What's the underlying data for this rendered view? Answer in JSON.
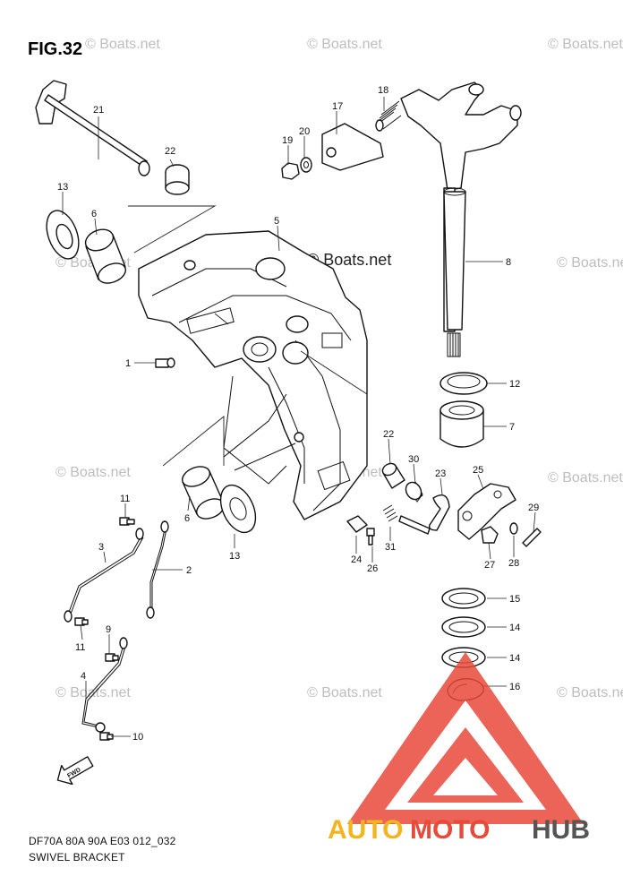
{
  "figure": {
    "title": "FIG.32",
    "model_code": "DF70A 80A 90A E03 012_032",
    "section_name": "SWIVEL BRACKET"
  },
  "watermark": {
    "text": "© Boats.net"
  },
  "brand_logo": {
    "part1": "AUTO",
    "part2": "MOTO",
    "part3": "HUB",
    "colors": {
      "auto": "#f2b51f",
      "moto": "#e84a3a",
      "hub": "#555555",
      "triangle": "#e84a3a"
    }
  },
  "fwd_marker": {
    "label": "FWD"
  },
  "callouts": {
    "c21": "21",
    "c22a": "22",
    "c13a": "13",
    "c6a": "6",
    "c5": "5",
    "c17": "17",
    "c18": "18",
    "c19": "19",
    "c20": "20",
    "c8": "8",
    "c12": "12",
    "c7": "7",
    "c1": "1",
    "c22b": "22",
    "c30": "30",
    "c23": "23",
    "c25": "25",
    "c29": "29",
    "c24": "24",
    "c26": "26",
    "c31": "31",
    "c27": "27",
    "c28": "28",
    "c6b": "6",
    "c13b": "13",
    "c11a": "11",
    "c3": "3",
    "c2": "2",
    "c11b": "11",
    "c9": "9",
    "c4": "4",
    "c10": "10",
    "c15": "15",
    "c14a": "14",
    "c14b": "14",
    "c16": "16"
  }
}
